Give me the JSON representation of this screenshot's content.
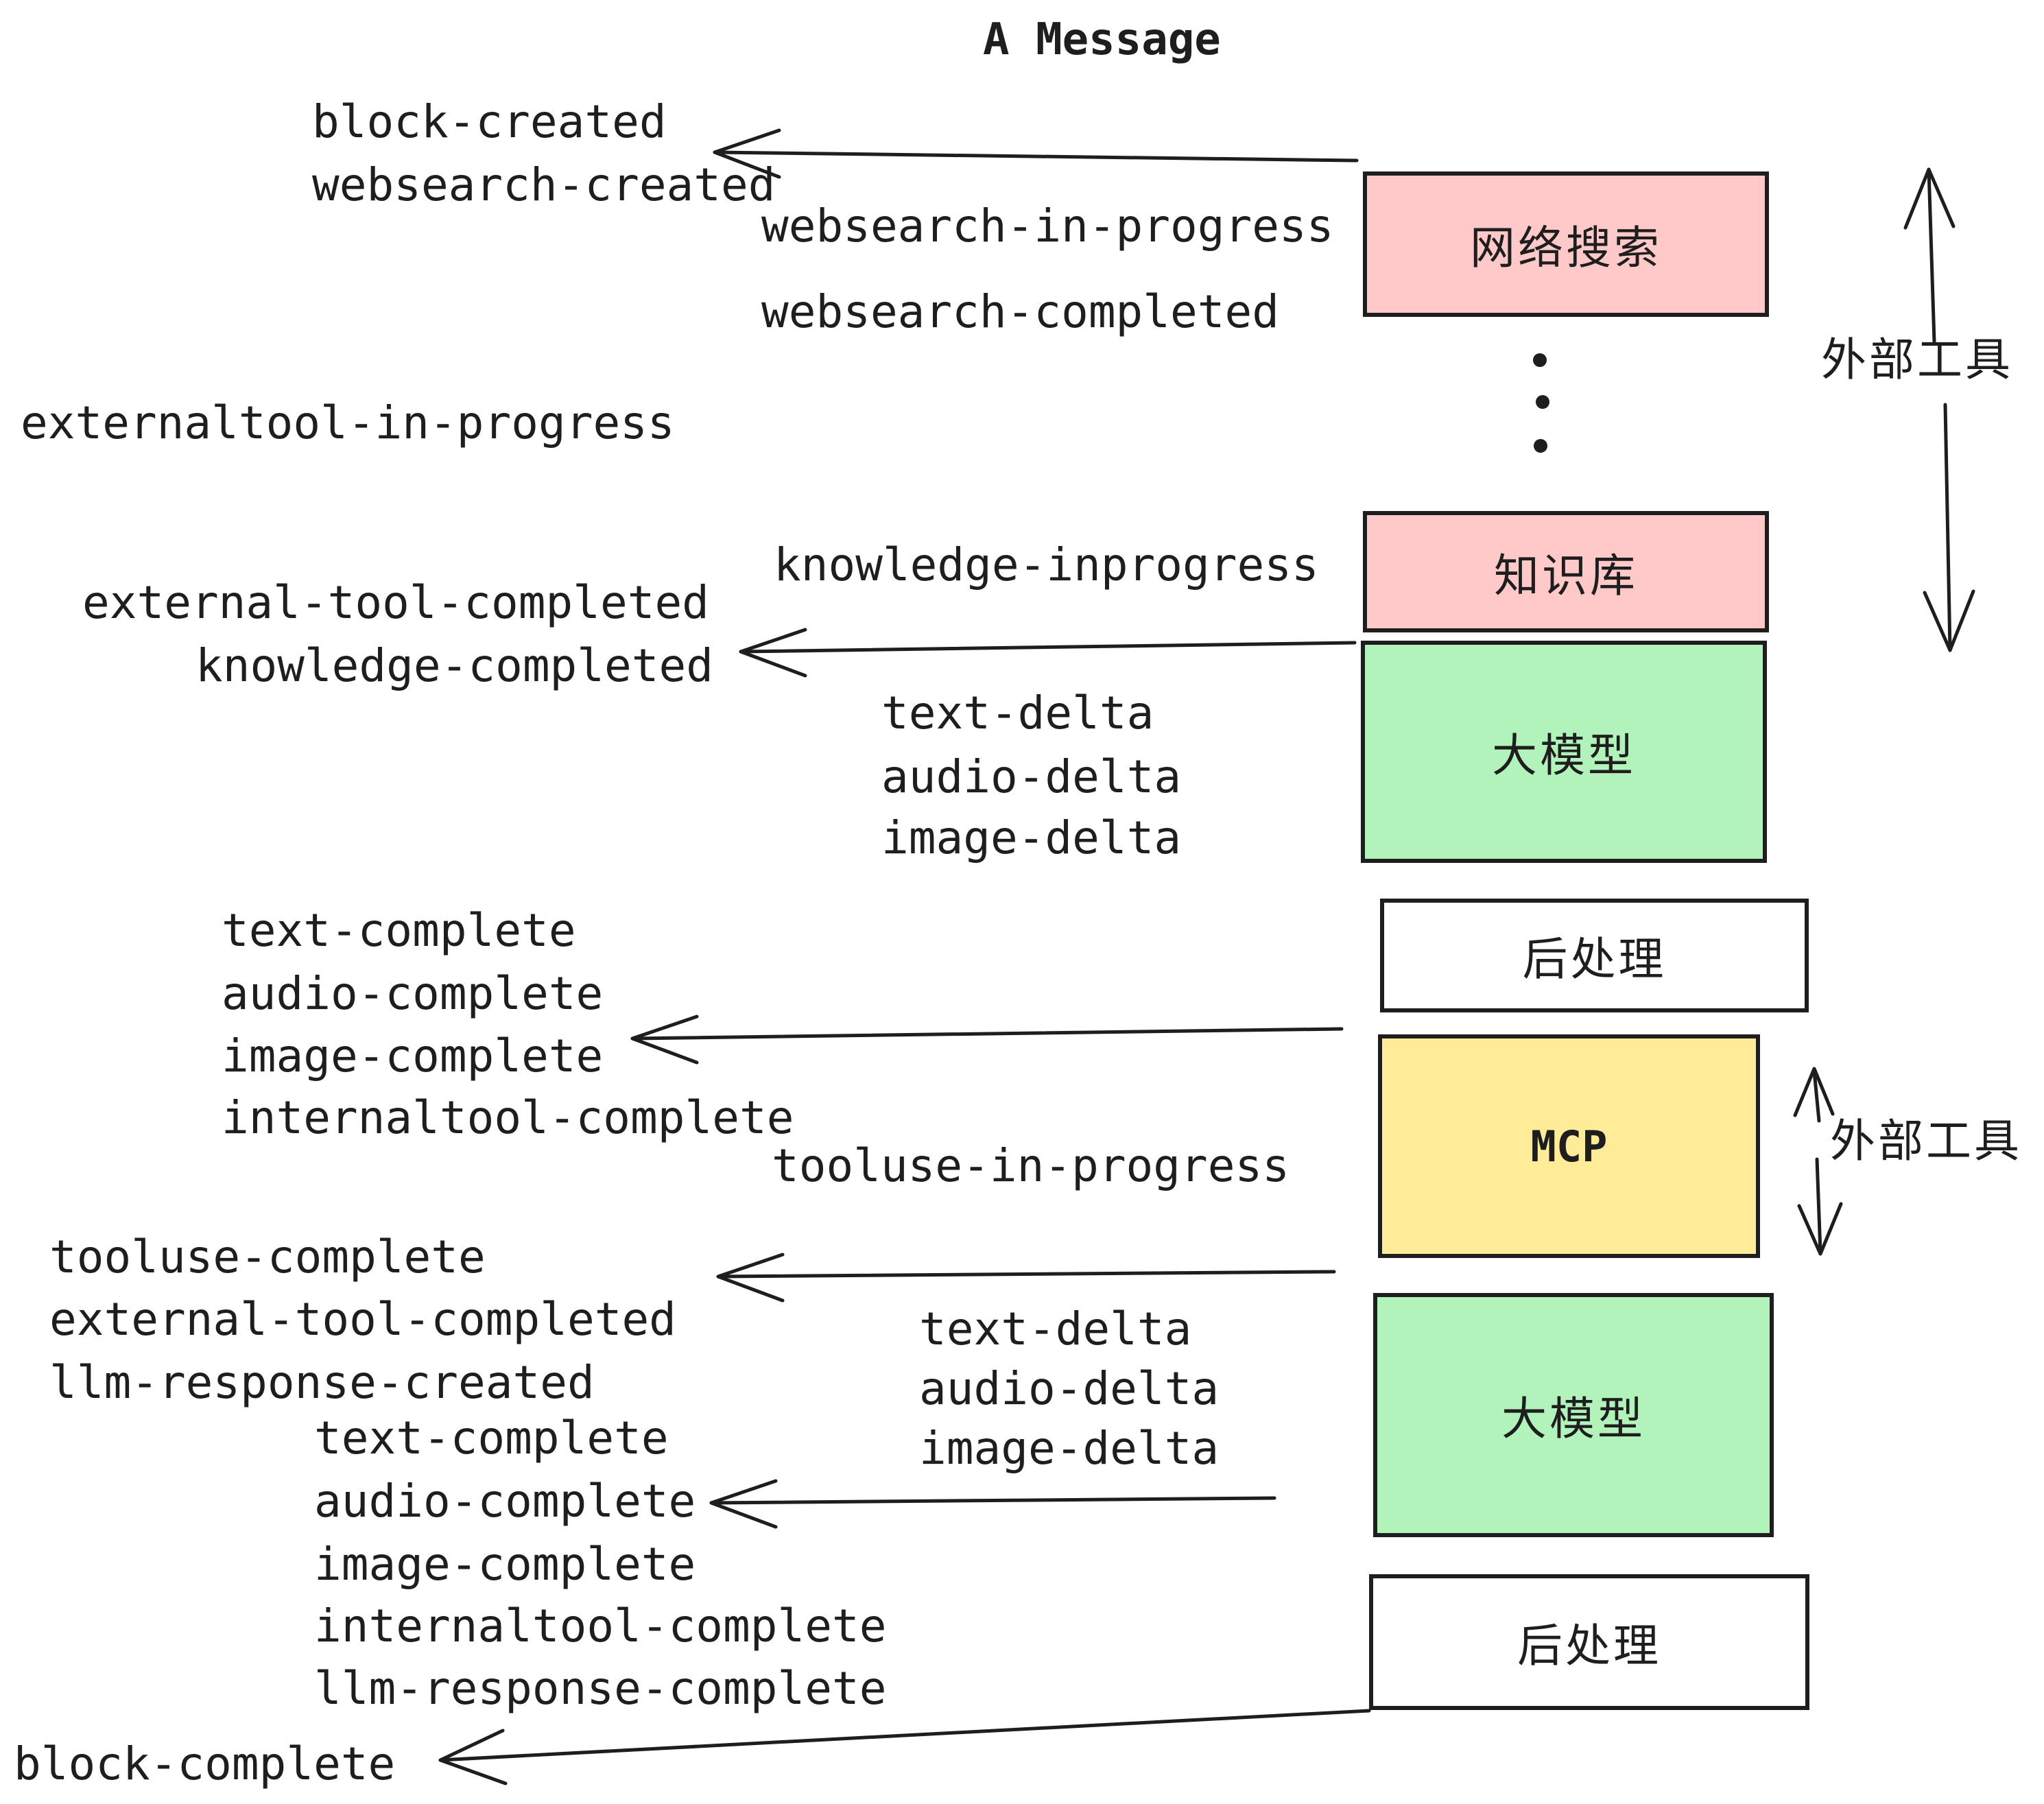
{
  "title": "A Message",
  "events": {
    "block_created": "block-created",
    "websearch_created": "websearch-created",
    "websearch_in_progress": "websearch-in-progress",
    "websearch_completed": "websearch-completed",
    "externaltool_in_progress": "externaltool-in-progress",
    "knowledge_inprogress": "knowledge-inprogress",
    "external_tool_completed_1": "external-tool-completed",
    "knowledge_completed": "knowledge-completed",
    "text_delta_1": "text-delta",
    "audio_delta_1": "audio-delta",
    "image_delta_1": "image-delta",
    "text_complete_1": "text-complete",
    "audio_complete_1": "audio-complete",
    "image_complete_1": "image-complete",
    "internaltool_complete_1": "internaltool-complete",
    "tooluse_in_progress": "tooluse-in-progress",
    "tooluse_complete": "tooluse-complete",
    "external_tool_completed_2": "external-tool-completed",
    "llm_response_created": "llm-response-created",
    "text_complete_2": "text-complete",
    "audio_complete_2": "audio-complete",
    "image_complete_2": "image-complete",
    "internaltool_complete_2": "internaltool-complete",
    "llm_response_complete": "llm-response-complete",
    "text_delta_2": "text-delta",
    "audio_delta_2": "audio-delta",
    "image_delta_2": "image-delta",
    "block_complete": "block-complete"
  },
  "boxes": [
    {
      "label": "网络搜索",
      "fill": "#ffc9c9"
    },
    {
      "label": "知识库",
      "fill": "#ffc9c9"
    },
    {
      "label": "大模型",
      "fill": "#b2f2bb"
    },
    {
      "label": "后处理",
      "fill": "#ffffff"
    },
    {
      "label": "MCP",
      "fill": "#ffec99"
    },
    {
      "label": "大模型",
      "fill": "#b2f2bb"
    },
    {
      "label": "后处理",
      "fill": "#ffffff"
    }
  ],
  "side_labels": {
    "external_tools_top": "外部工具",
    "external_tools_bottom": "外部工具"
  },
  "colors": {
    "stroke": "#1e1e1e",
    "pink": "#ffc9c9",
    "green": "#b2f2bb",
    "yellow": "#ffec99",
    "white": "#ffffff",
    "background": "#ffffff"
  }
}
